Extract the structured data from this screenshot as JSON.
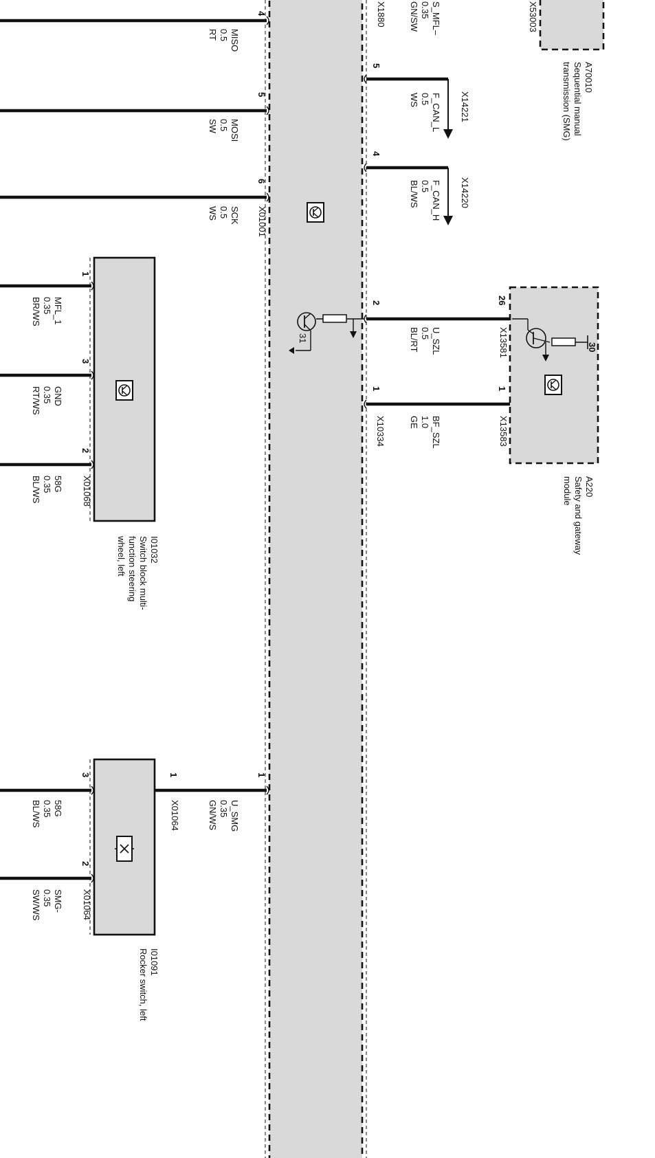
{
  "page": {
    "background": "#ffffff",
    "component_fill": "#d9d9d9",
    "wire_color": "#111111"
  },
  "central_unit": {
    "connector_x01001": "X01001",
    "connector_x1880": "X1880",
    "connector_x10334": "X10334",
    "icon": "transistor-module-icon",
    "gnd_31": "31",
    "pins_left": {
      "p4": "4",
      "p5": "5",
      "p6": "6",
      "p1": "1"
    },
    "pins_right": {
      "p5": "5",
      "p4": "4",
      "p2": "2",
      "p1": "1"
    }
  },
  "wires_left": {
    "miso": {
      "signal": "MISO",
      "size": "0.5",
      "color": "RT"
    },
    "mosi": {
      "signal": "MOSI",
      "size": "0.5",
      "color": "SW"
    },
    "sck": {
      "signal": "SCK",
      "size": "0.5",
      "color": "WS"
    },
    "u_smg": {
      "signal": "U_SMG",
      "size": "0.35",
      "color": "GN/WS"
    }
  },
  "wires_right": {
    "s_mfl": {
      "signal": "S_MFL–",
      "size": "0.35",
      "color": "GN/SW"
    },
    "f_can_l": {
      "signal": "F_CAN_L",
      "size": "0.5",
      "color": "WS",
      "connector": "X14221"
    },
    "f_can_h": {
      "signal": "F_CAN_H",
      "size": "0.5",
      "color": "BL/WS",
      "connector": "X14220"
    },
    "u_szl": {
      "signal": "U_SZL",
      "size": "0.5",
      "color": "BL/RT",
      "connector": "X13581"
    },
    "bf_szl": {
      "signal": "BF_SZL",
      "size": "1.0",
      "color": "GE",
      "connector": "X13583"
    }
  },
  "smg": {
    "connector": "X53003",
    "id": "A70010",
    "name_line1": "Sequential manual",
    "name_line2": "transmission (SMG)"
  },
  "szl_module": {
    "id": "A220",
    "name_line1": "Safety and gateway",
    "name_line2": "module",
    "pin_26": "26",
    "pin_1": "1",
    "term_30": "30"
  },
  "switch_block": {
    "id": "I01032",
    "name_line1": "Switch block multi-",
    "name_line2": "function steering",
    "name_line3": "wheel, left",
    "connector": "X01068",
    "pins": {
      "p1": "1",
      "p3": "3",
      "p2": "2"
    },
    "wires": {
      "mfl1": {
        "signal": "MFL_1",
        "size": "0.35",
        "color": "BR/WS"
      },
      "gnd": {
        "signal": "GND",
        "size": "0.35",
        "color": "RT/WS"
      },
      "g58": {
        "signal": "58G",
        "size": "0.35",
        "color": "BL/WS"
      }
    }
  },
  "rocker": {
    "id": "I01091",
    "name": "Rocker switch, left",
    "connector_top": "X01064",
    "connector_bottom": "X01064",
    "pins": {
      "p1": "1",
      "p3": "3",
      "p2": "2"
    },
    "wires": {
      "g58": {
        "signal": "58G",
        "size": "0.35",
        "color": "BL/WS"
      },
      "smg": {
        "signal": "SMG-",
        "size": "0.35",
        "color": "SW/WS"
      }
    }
  }
}
